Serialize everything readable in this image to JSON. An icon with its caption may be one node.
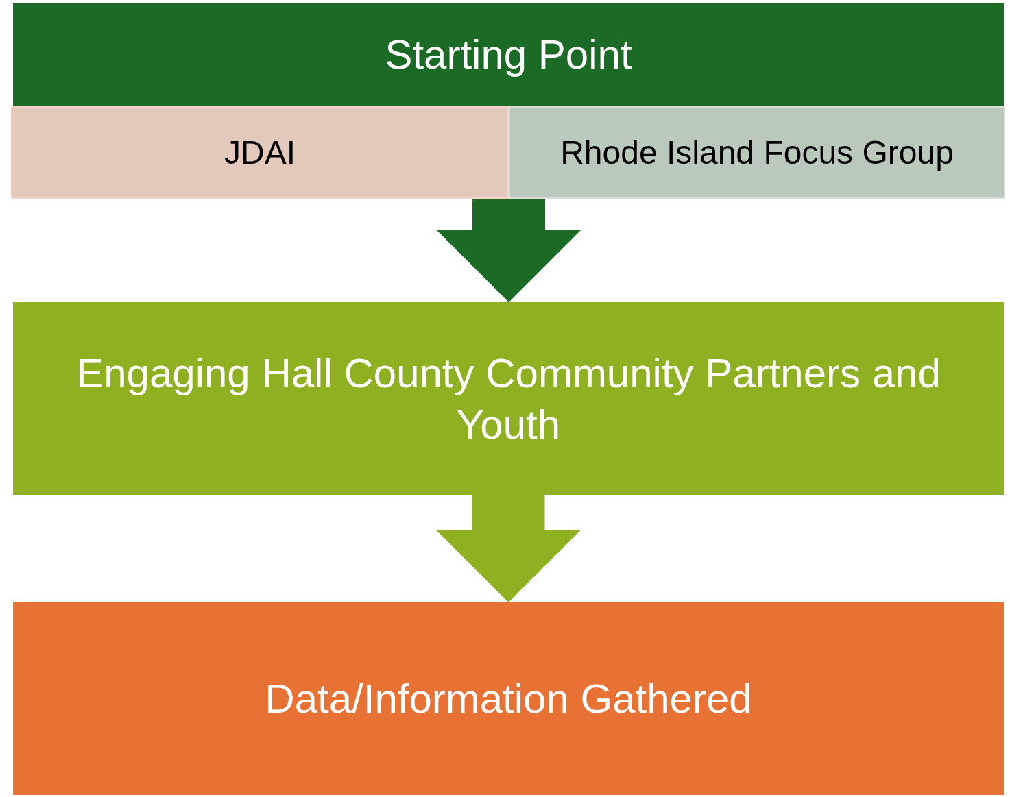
{
  "diagram": {
    "nodes": [
      {
        "text": [
          "Starting Point"
        ]
      },
      {
        "text": [
          "JDAI"
        ]
      },
      {
        "text": [
          "Rhode Island Focus Group"
        ]
      },
      {
        "text": [
          "Engaging Hall County Community Partners and Youth"
        ]
      },
      {
        "text": [
          "Data/Information Gathered"
        ]
      }
    ],
    "edges": [
      {
        "from": 1,
        "to": 3,
        "arrow": "to"
      },
      {
        "from": 2,
        "to": 3,
        "arrow": "to"
      },
      {
        "from": 3,
        "to": 4,
        "arrow": "to",
        "color": "#8fb021"
      }
    ]
  }
}
